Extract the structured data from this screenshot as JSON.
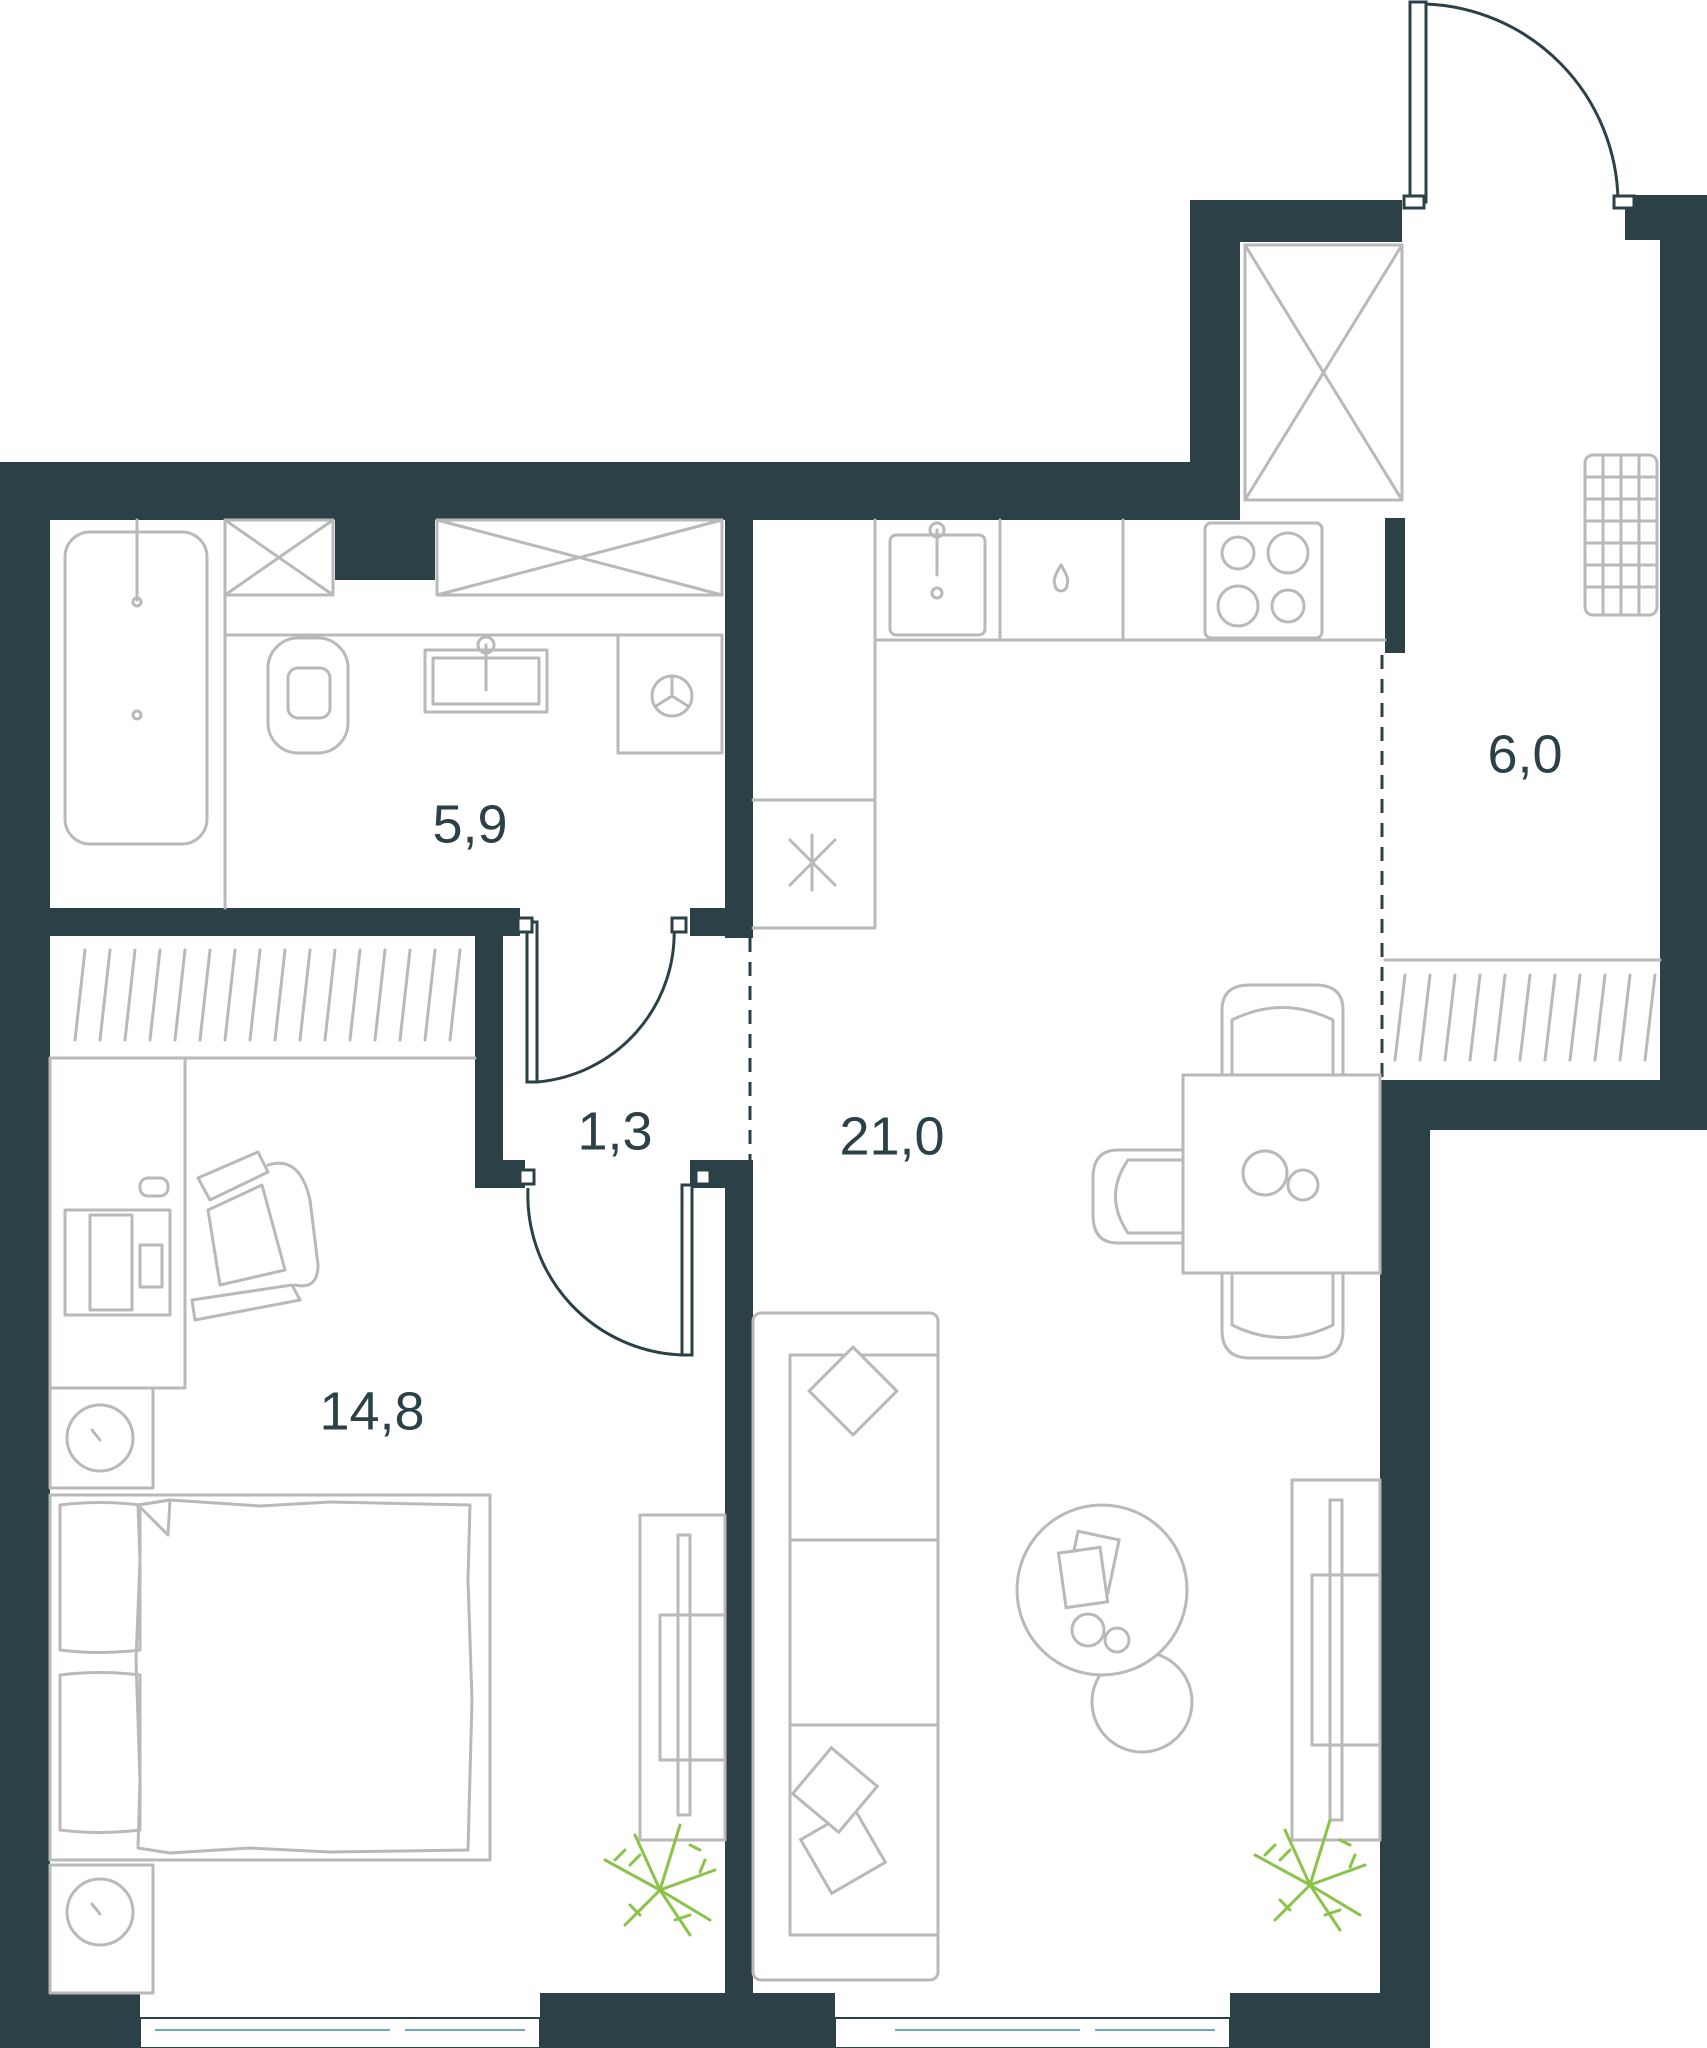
{
  "rooms": [
    {
      "id": "bathroom",
      "area": "5,9"
    },
    {
      "id": "hall",
      "area": "1,3"
    },
    {
      "id": "living-kitchen",
      "area": "21,0"
    },
    {
      "id": "balcony",
      "area": "6,0"
    },
    {
      "id": "bedroom",
      "area": "14,8"
    }
  ],
  "colors": {
    "wall": "#2b4047",
    "furniture": "#b9b9b9",
    "plant": "#8bc34a",
    "glass": "#6fa8c0"
  },
  "icons": [
    "bathtub-icon",
    "toilet-icon",
    "sink-icon",
    "washing-machine-icon",
    "stove-icon",
    "fridge-icon",
    "radiator-icon",
    "bed-icon",
    "sofa-icon",
    "armchair-icon",
    "dining-table-icon",
    "plant-icon",
    "tv-stand-icon"
  ]
}
